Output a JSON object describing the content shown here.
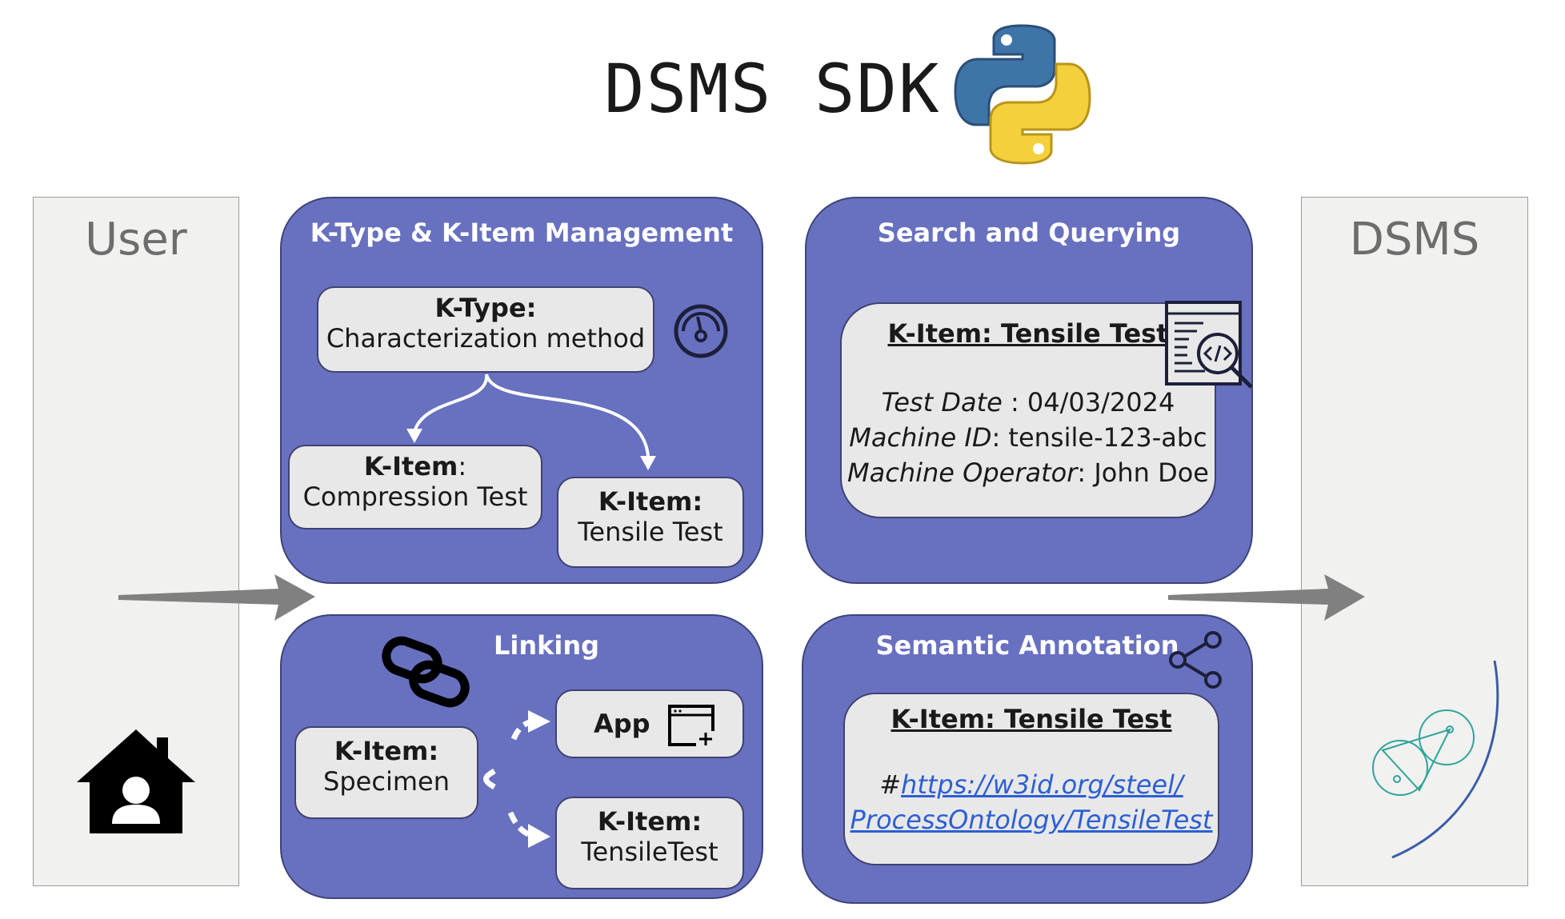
{
  "title": "DSMS SDK",
  "icons": {
    "python": "python-logo",
    "home": "house-person-icon",
    "gauge": "gauge-icon",
    "code_search": "code-search-icon",
    "chain": "chain-link-icon",
    "app_window": "app-window-add-icon",
    "share": "share-icon"
  },
  "left_panel": {
    "label": "User"
  },
  "right_panel": {
    "label": "DSMS"
  },
  "ktype_panel": {
    "title": "K-Type & K-Item Management",
    "ktype": {
      "label": "K-Type:",
      "value": "Characterization method"
    },
    "items": [
      {
        "label": "K-Item",
        "colon": ":",
        "value": "Compression Test"
      },
      {
        "label": "K-Item:",
        "value": "Tensile Test"
      }
    ]
  },
  "search_panel": {
    "title": "Search and Querying",
    "card_title": "K-Item: Tensile Test",
    "fields": [
      {
        "key": "Test Date",
        "sep": " : ",
        "value": "04/03/2024"
      },
      {
        "key": "Machine ID",
        "sep": ": ",
        "value": "tensile-123-abc"
      },
      {
        "key": "Machine Operator",
        "sep": ": ",
        "value": "John Doe"
      }
    ]
  },
  "linking_panel": {
    "title": "Linking",
    "source": {
      "label": "K-Item:",
      "value": "Specimen"
    },
    "targets": [
      {
        "label": "App"
      },
      {
        "label": "K-Item:",
        "value": "TensileTest"
      }
    ]
  },
  "semantic_panel": {
    "title": "Semantic Annotation",
    "card_title": "K-Item: Tensile Test",
    "hash": "#",
    "link_line1": "https://w3id.org/steel/",
    "link_line2": "ProcessOntology/TensileTest"
  },
  "colors": {
    "panel": "#6870c0",
    "card": "#e8e8e8",
    "side": "#f1f1ef",
    "arrow": "#808080",
    "link": "#2c5fd4"
  }
}
